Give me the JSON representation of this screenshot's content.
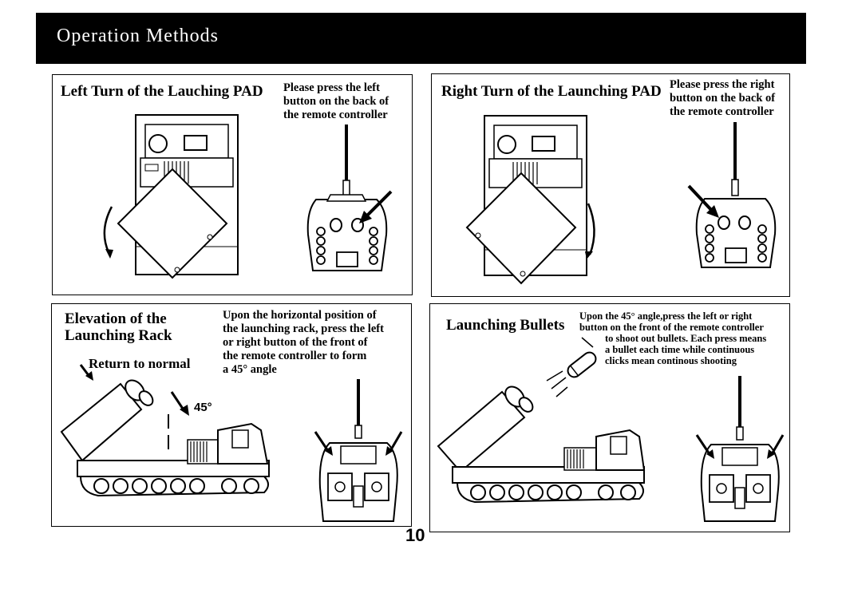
{
  "header": {
    "title": "Operation Methods"
  },
  "panels": {
    "left_turn": {
      "title": "Left Turn of the Lauching PAD",
      "instruction": [
        "Please press the left",
        "button on the back of",
        "the remote controller"
      ]
    },
    "right_turn": {
      "title": "Right Turn of the Launching PAD",
      "instruction": [
        "Please press the right",
        "button on the back of",
        "the remote controller"
      ]
    },
    "elevation": {
      "title": [
        "Elevation of the",
        "Launching Rack"
      ],
      "instruction": [
        "Upon the horizontal position of",
        "the launching rack, press the left",
        "or right button of the front of",
        "the remote controller to form",
        "a 45° angle"
      ],
      "return_label": "Return to normal",
      "angle_label": "45°"
    },
    "launching": {
      "title": "Launching Bullets",
      "instruction": [
        "Upon the 45° angle,press the left or right",
        "button on the front of the remote controller",
        "to shoot out bullets. Each press means",
        "a bullet each time while continuous",
        "clicks mean continous shooting"
      ]
    }
  },
  "page_number": "10"
}
